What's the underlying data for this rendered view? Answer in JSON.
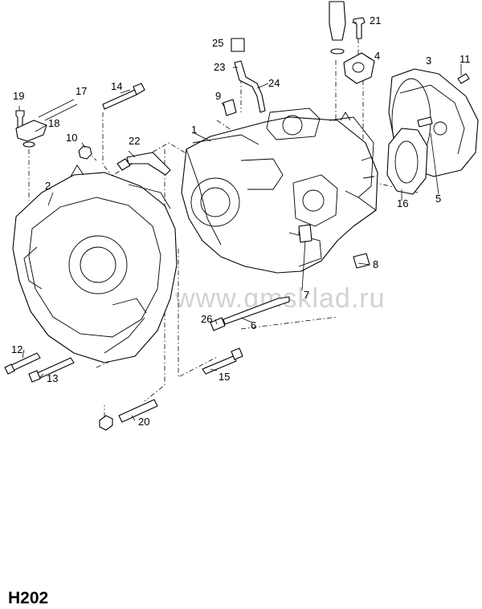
{
  "watermark": "www.gmsklad.ru",
  "diagram_code": "H202",
  "callouts": [
    {
      "id": "1",
      "text": "1"
    },
    {
      "id": "2",
      "text": "2"
    },
    {
      "id": "3",
      "text": "3"
    },
    {
      "id": "4",
      "text": "4"
    },
    {
      "id": "5",
      "text": "5"
    },
    {
      "id": "6",
      "text": "6"
    },
    {
      "id": "7",
      "text": "7"
    },
    {
      "id": "8",
      "text": "8"
    },
    {
      "id": "9",
      "text": "9"
    },
    {
      "id": "10",
      "text": "10"
    },
    {
      "id": "11",
      "text": "11"
    },
    {
      "id": "12",
      "text": "12"
    },
    {
      "id": "13",
      "text": "13"
    },
    {
      "id": "14",
      "text": "14"
    },
    {
      "id": "15",
      "text": "15"
    },
    {
      "id": "16",
      "text": "16"
    },
    {
      "id": "17",
      "text": "17"
    },
    {
      "id": "18",
      "text": "18"
    },
    {
      "id": "19",
      "text": "19"
    },
    {
      "id": "20",
      "text": "20"
    },
    {
      "id": "21",
      "text": "21"
    },
    {
      "id": "22",
      "text": "22"
    },
    {
      "id": "23",
      "text": "23"
    },
    {
      "id": "24",
      "text": "24"
    },
    {
      "id": "25",
      "text": "25"
    },
    {
      "id": "26",
      "text": "26"
    }
  ]
}
